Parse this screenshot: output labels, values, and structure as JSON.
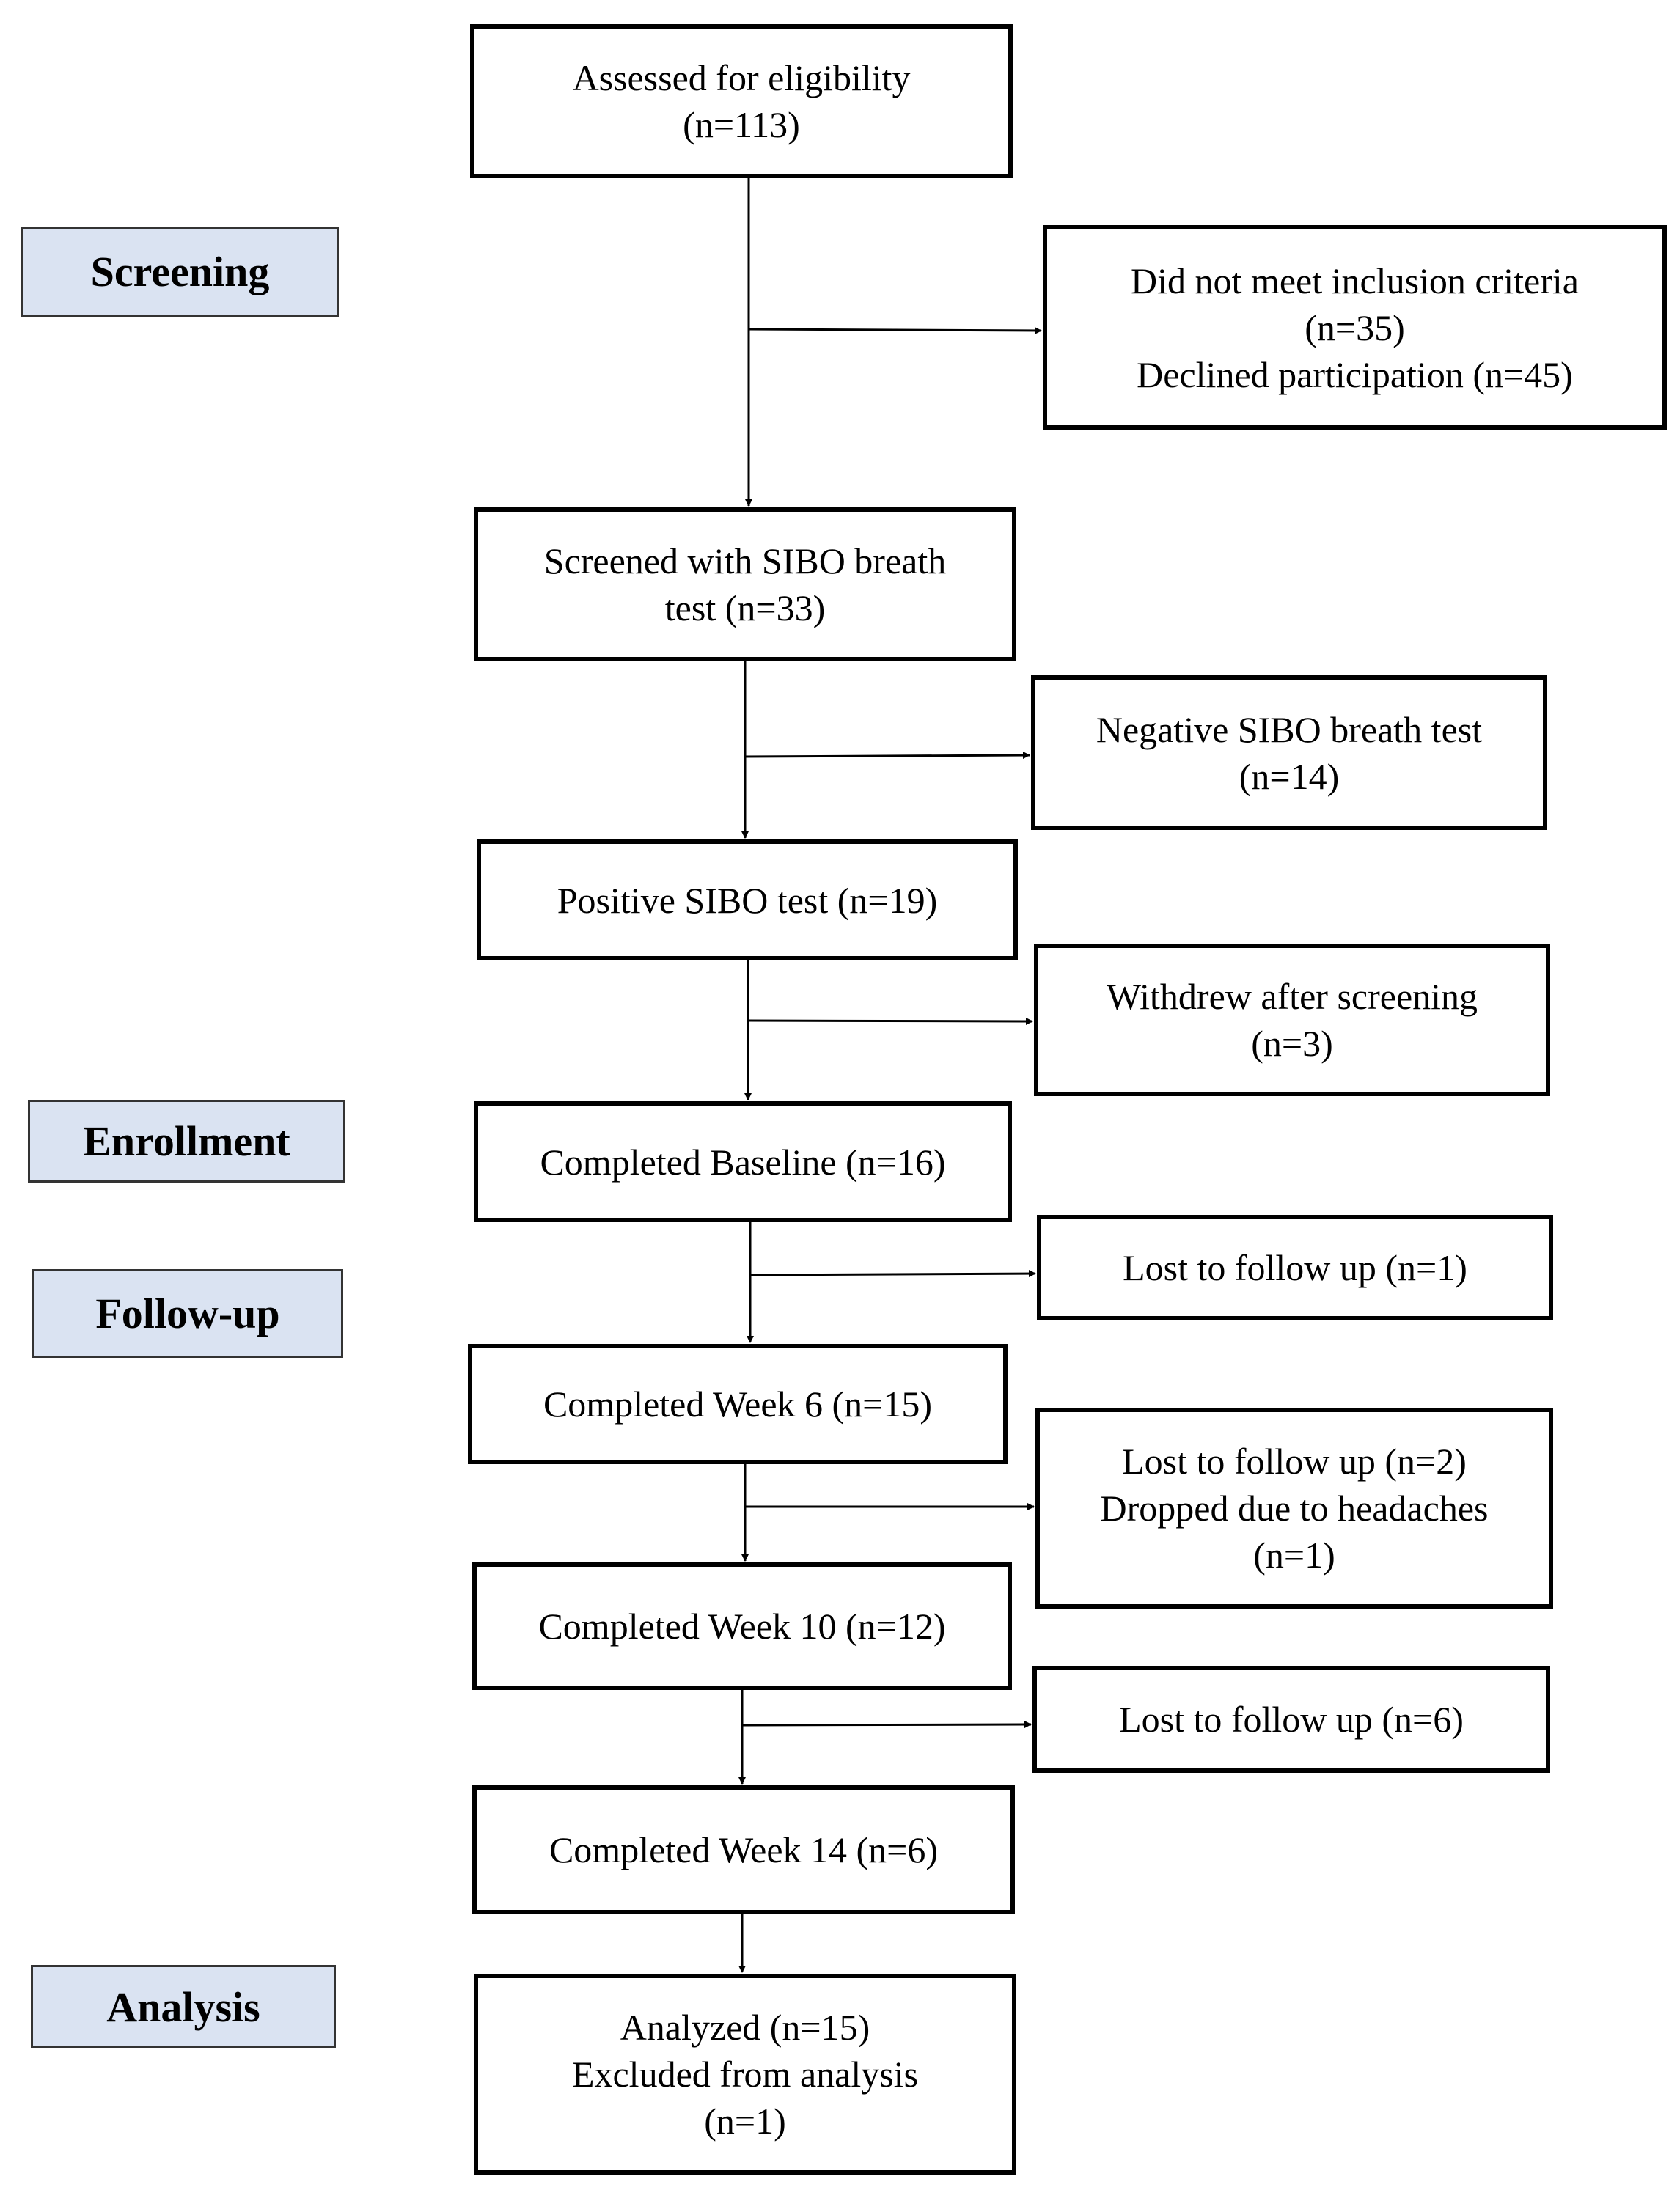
{
  "stages": {
    "screening": "Screening",
    "enrollment": "Enrollment",
    "followup": "Follow-up",
    "analysis": "Analysis"
  },
  "main_boxes": {
    "assessed": [
      "Assessed for eligibility",
      "(n=113)"
    ],
    "screened": [
      "Screened with SIBO breath",
      "test (n=33)"
    ],
    "positive": [
      "Positive SIBO test (n=19)"
    ],
    "baseline": [
      "Completed Baseline (n=16)"
    ],
    "week6": [
      "Completed Week 6 (n=15)"
    ],
    "week10": [
      "Completed Week 10 (n=12)"
    ],
    "week14": [
      "Completed Week 14 (n=6)"
    ],
    "analyzed": [
      "Analyzed (n=15)",
      "Excluded from analysis",
      "(n=1)"
    ]
  },
  "side_boxes": {
    "excluded": [
      "Did not meet inclusion criteria",
      "(n=35)",
      "Declined participation (n=45)"
    ],
    "negative": [
      "Negative SIBO breath test",
      "(n=14)"
    ],
    "withdrew": [
      "Withdrew after screening",
      "(n=3)"
    ],
    "lost1": [
      "Lost to follow up (n=1)"
    ],
    "lost2": [
      "Lost to follow up (n=2)",
      "Dropped due to headaches",
      "(n=1)"
    ],
    "lost6": [
      "Lost to follow up (n=6)"
    ]
  }
}
